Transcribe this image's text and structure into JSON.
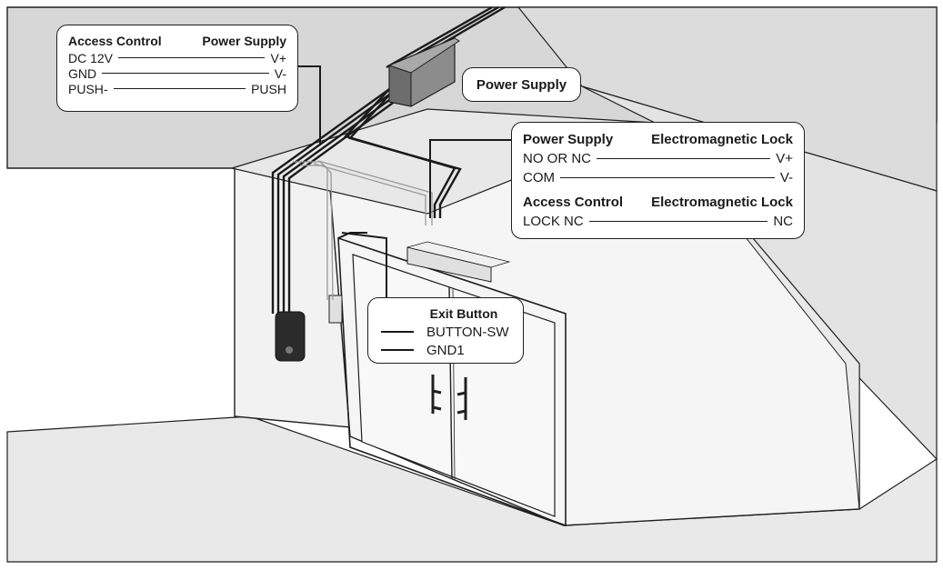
{
  "access_control_callout": {
    "header_left": "Access Control",
    "header_right": "Power Supply",
    "rows": [
      {
        "left": "DC 12V",
        "right": "V+"
      },
      {
        "left": "GND",
        "right": "V-"
      },
      {
        "left": "PUSH-",
        "right": "PUSH"
      }
    ]
  },
  "power_supply_label": "Power Supply",
  "lock_callout": {
    "section1": {
      "header_left": "Power Supply",
      "header_right": "Electromagnetic Lock",
      "rows": [
        {
          "left": "NO OR NC",
          "right": "V+"
        },
        {
          "left": "COM",
          "right": "V-"
        }
      ]
    },
    "section2": {
      "header_left": "Access Control",
      "header_right": "Electromagnetic Lock",
      "rows": [
        {
          "left": "LOCK NC",
          "right": "NC"
        }
      ]
    }
  },
  "exit_button_callout": {
    "header": "Exit Button",
    "rows": [
      "BUTTON-SW",
      "GND1"
    ]
  },
  "colors": {
    "ceiling": "#d6d6d6",
    "wall_face": "#f4f4f4",
    "wall_side": "#e6e6e6",
    "floor": "#ececec",
    "background": "#ffffff",
    "line": "#1f1f1f",
    "cable": "#1a1a1a",
    "power_box": "#8a8a8a",
    "reader": "#2b2b2b"
  }
}
